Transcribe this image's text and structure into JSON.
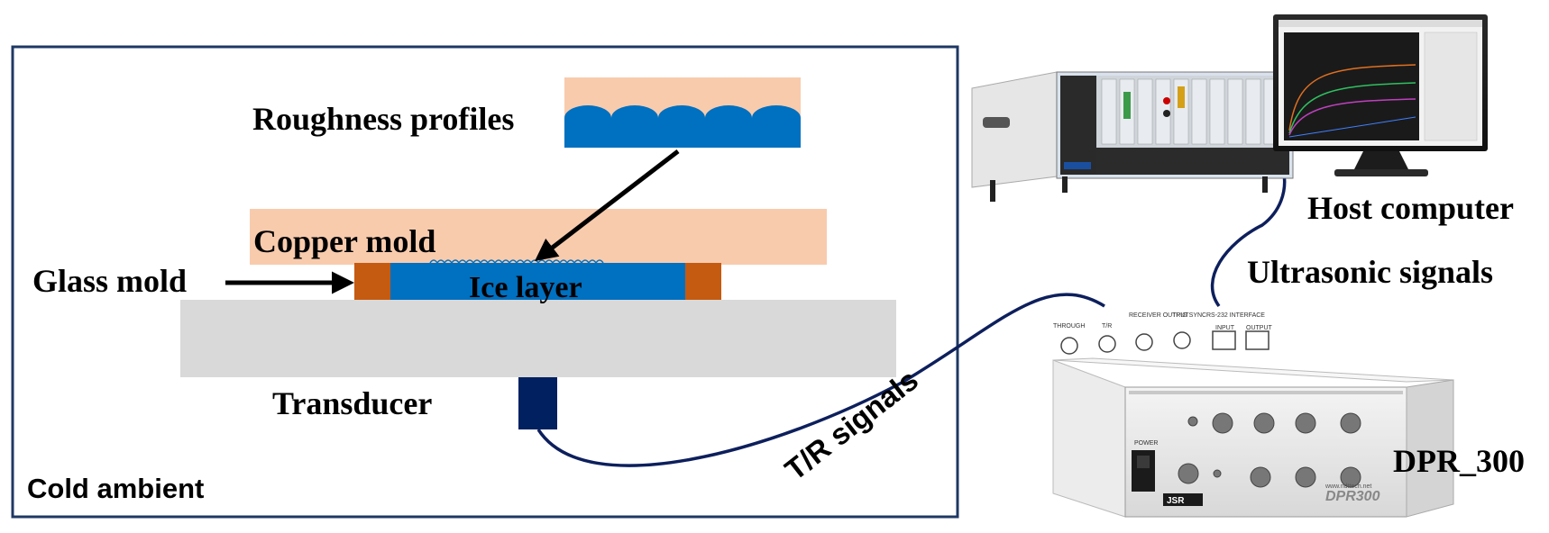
{
  "labels": {
    "roughness_profiles": "Roughness profiles",
    "copper_mold": "Copper mold",
    "glass_mold": "Glass mold",
    "ice_layer": "Ice layer",
    "transducer": "Transducer",
    "cold_ambient": "Cold ambient",
    "tr_signals": "T/R signals",
    "host_computer": "Host computer",
    "ultrasonic_signals": "Ultrasonic signals",
    "dpr_300": "DPR_300"
  },
  "panel": {
    "through": "THROUGH",
    "tr": "T/R",
    "receiver_output": "RECEIVER OUTPUT",
    "trig_sync": "TRIG SYNC",
    "rs232": "RS-232 INTERFACE",
    "input": "INPUT",
    "output": "OUTPUT"
  },
  "device": {
    "brand": "JSR",
    "model": "DPR300",
    "url": "www.ndttech.net",
    "power": "POWER"
  },
  "colors": {
    "copper": "#f8cbad",
    "ice": "#0070c0",
    "glass": "#c55a11",
    "base": "#d9d9d9",
    "transducer": "#002060",
    "cable": "#0d1f5c",
    "frame": "#1f3864"
  },
  "icons": [
    "roughness-arrow-icon",
    "glass-mold-arrow-icon"
  ]
}
